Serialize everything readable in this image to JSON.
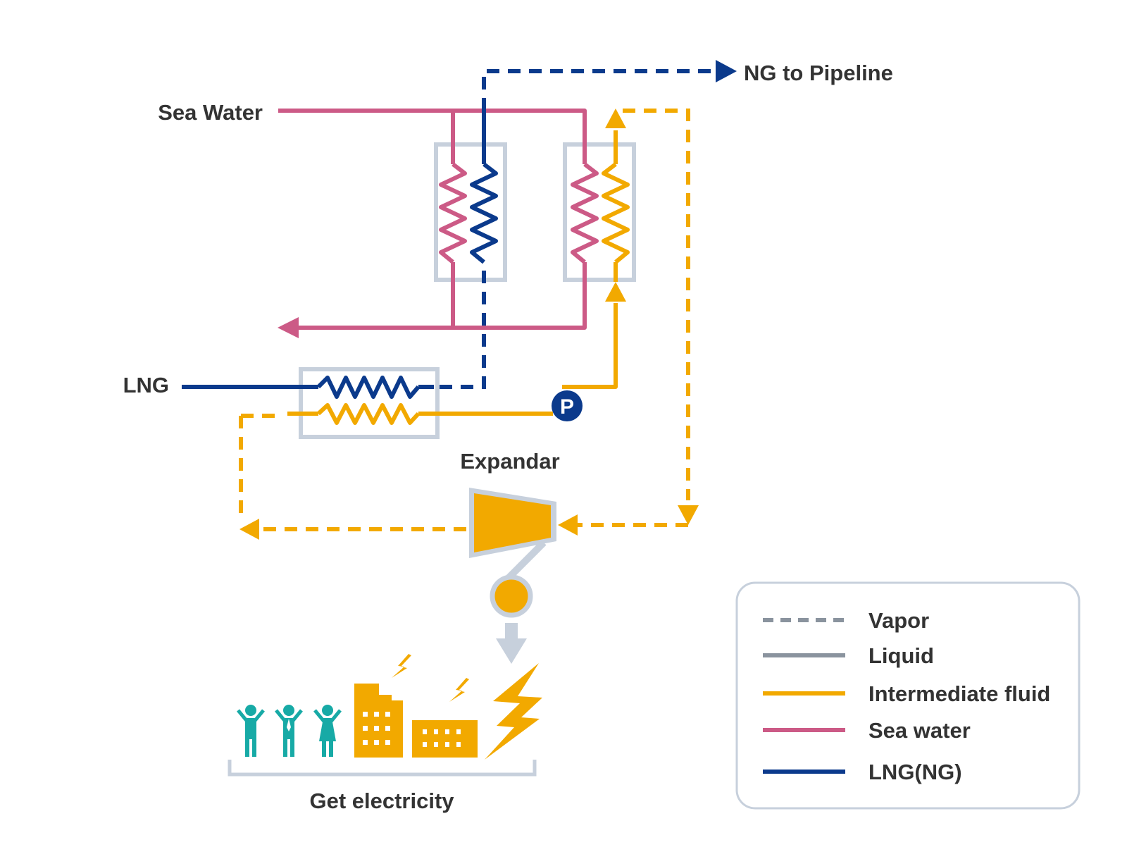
{
  "labels": {
    "sea_water": "Sea Water",
    "lng": "LNG",
    "ng_to_pipeline": "NG to Pipeline",
    "expander": "Expandar",
    "pump": "P",
    "get_electricity": "Get electricity"
  },
  "legend": {
    "items": [
      {
        "label": "Vapor",
        "style": "dashed",
        "color": "#8a939e"
      },
      {
        "label": "Liquid",
        "style": "solid",
        "color": "#8a939e"
      },
      {
        "label": "Intermediate fluid",
        "style": "solid",
        "color": "#f2a900"
      },
      {
        "label": "Sea water",
        "style": "solid",
        "color": "#cc5a86"
      },
      {
        "label": "LNG(NG)",
        "style": "solid",
        "color": "#0b3a8c"
      }
    ]
  },
  "colors": {
    "sea_water": "#cc5a86",
    "lng": "#0b3a8c",
    "intermediate": "#f2a900",
    "equipment": "#c7d0dc",
    "people": "#17aaa6",
    "text": "#333333"
  }
}
